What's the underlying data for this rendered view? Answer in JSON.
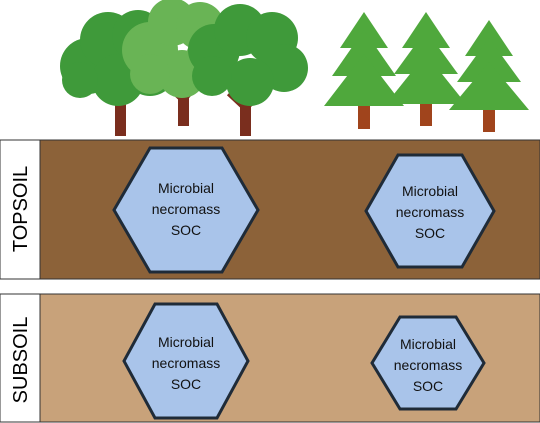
{
  "colors": {
    "topsoil": "#8c6239",
    "subsoil": "#c8a27a",
    "hex_fill": "#a9c4ea",
    "hex_stroke": "#1f2b38",
    "broadleaf_light": "#69b455",
    "broadleaf_dark": "#3f9a3a",
    "conifer": "#4fa83c",
    "trunk": "#7a2e1e"
  },
  "layers": [
    {
      "label": "TOPSOIL",
      "hexagons": [
        {
          "lines": [
            "Microbial",
            "necromass",
            "SOC"
          ],
          "relative_size": "large"
        },
        {
          "lines": [
            "Microbial",
            "necromass",
            "SOC"
          ],
          "relative_size": "medium"
        }
      ]
    },
    {
      "label": "SUBSOIL",
      "hexagons": [
        {
          "lines": [
            "Microbial",
            "necromass",
            "SOC"
          ],
          "relative_size": "medium"
        },
        {
          "lines": [
            "Microbial",
            "necromass",
            "SOC"
          ],
          "relative_size": "small"
        }
      ]
    }
  ],
  "forests": [
    {
      "type": "broadleaf",
      "icon": "broadleaf-tree-icon",
      "count": 3
    },
    {
      "type": "conifer",
      "icon": "conifer-tree-icon",
      "count": 3
    }
  ]
}
